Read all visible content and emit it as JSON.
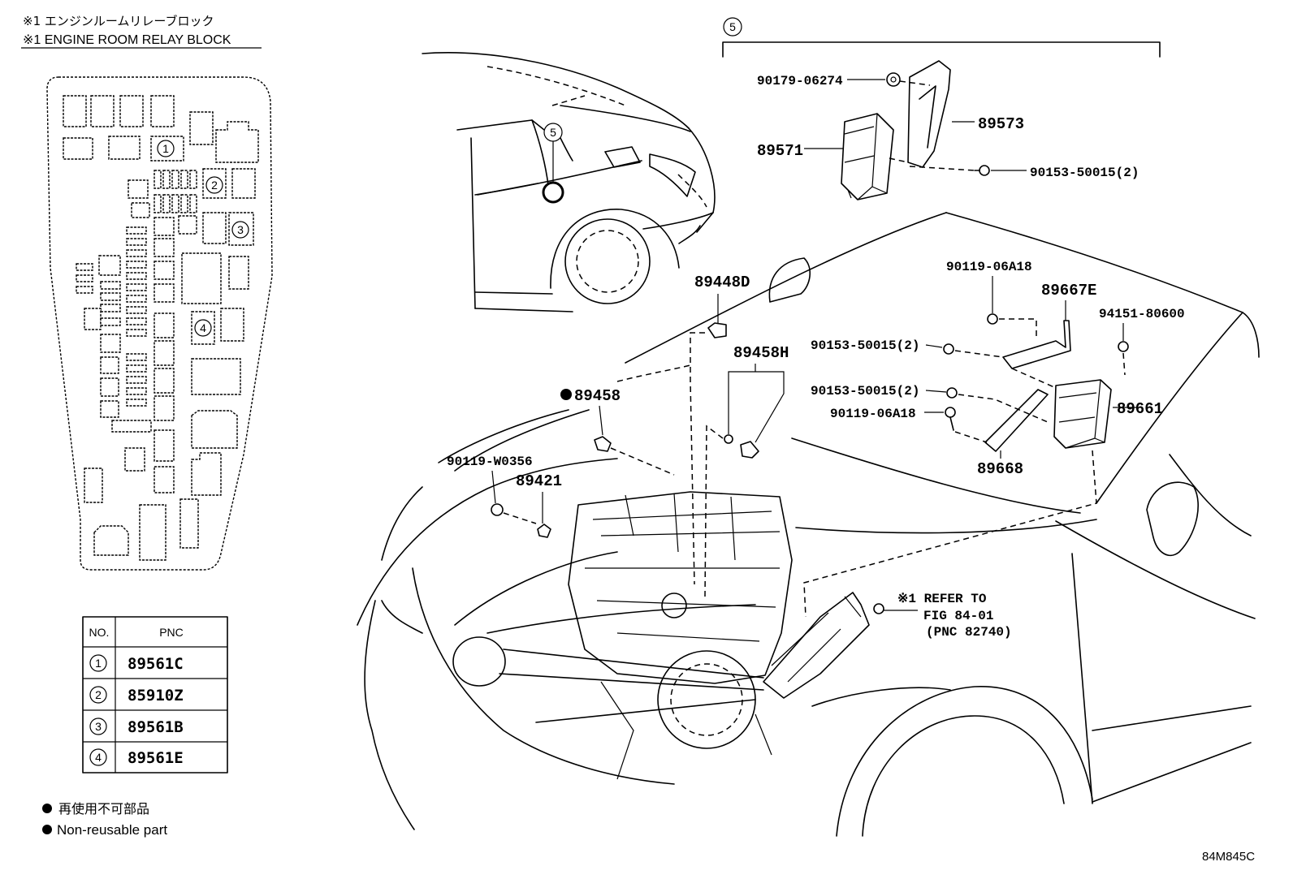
{
  "header": {
    "title_jp": "※1 エンジンルームリレーブロック",
    "title_en": "※1 ENGINE ROOM RELAY BLOCK"
  },
  "relay_block": {
    "position_markers": [
      "1",
      "2",
      "3",
      "4"
    ]
  },
  "pnc_table": {
    "col_no": "NO.",
    "col_pnc": "PNC",
    "rows": [
      {
        "no": "1",
        "pnc": "89561C"
      },
      {
        "no": "2",
        "pnc": "85910Z"
      },
      {
        "no": "3",
        "pnc": "89561B"
      },
      {
        "no": "4",
        "pnc": "89561E"
      }
    ]
  },
  "legend": {
    "jp": "再使用不可部品",
    "en": "Non-reusable part"
  },
  "callouts": {
    "group": "5",
    "location": "5"
  },
  "parts": [
    {
      "text": "90179-06274"
    },
    {
      "text": "89573"
    },
    {
      "text": "89571"
    },
    {
      "text": "90153-50015(2)"
    },
    {
      "text": "89448D"
    },
    {
      "text": "89458H"
    },
    {
      "text": "89458",
      "non_reusable": true
    },
    {
      "text": "90119-W0356"
    },
    {
      "text": "89421"
    },
    {
      "text": "90119-06A18"
    },
    {
      "text": "89667E"
    },
    {
      "text": "94151-80600"
    },
    {
      "text": "90153-50015(2)"
    },
    {
      "text": "90153-50015(2)"
    },
    {
      "text": "90119-06A18"
    },
    {
      "text": "89661"
    },
    {
      "text": "89668"
    }
  ],
  "refer": {
    "line1": "※1 REFER TO",
    "line2": "FIG 84-01",
    "line3": "(PNC 82740)"
  },
  "figure_code": "84M845C",
  "colors": {
    "ink": "#000000",
    "paper": "#ffffff"
  }
}
